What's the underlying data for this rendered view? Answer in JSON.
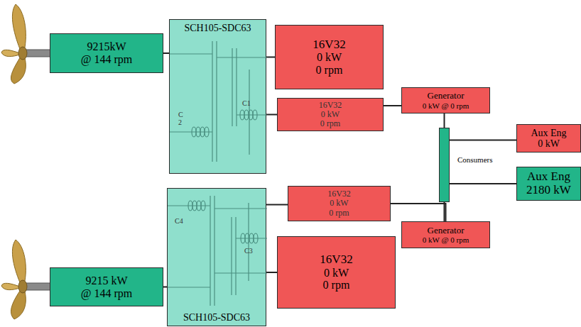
{
  "diagram": {
    "nodes": [
      {
        "text": [
          "9215kW",
          "@ 144 rpm"
        ]
      },
      {
        "text": [
          "SCH105-SDC63"
        ]
      },
      {
        "text": [
          "16V32",
          "0 kW",
          "0 rpm"
        ]
      },
      {
        "text": [
          "16V32",
          "0 kW",
          "0 rpm"
        ]
      },
      {
        "text": [
          "Generator",
          "0 kW @ 0 rpm"
        ]
      },
      {
        "text": [
          "Consumers"
        ]
      },
      {
        "text": [
          "Aux Eng",
          "0 kW"
        ]
      },
      {
        "text": [
          "Aux Eng",
          "2180 kW"
        ]
      },
      {
        "text": [
          "16V32",
          "0 kW",
          "0 rpm"
        ]
      },
      {
        "text": [
          "Generator",
          "0 kW @ 0 rpm"
        ]
      },
      {
        "text": [
          "SCH105-SDC63"
        ]
      },
      {
        "text": [
          "16V32",
          "0 kW",
          "0 rpm"
        ]
      },
      {
        "text": [
          "9215 kW",
          "@ 144 rpm"
        ]
      }
    ],
    "edges": [
      {
        "from": 0,
        "to": 1,
        "arrow": "none"
      },
      {
        "from": 1,
        "to": 2,
        "arrow": "none"
      },
      {
        "from": 1,
        "to": 3,
        "arrow": "none"
      },
      {
        "from": 3,
        "to": 4,
        "arrow": "none"
      },
      {
        "from": 4,
        "to": 5,
        "arrow": "none"
      },
      {
        "from": 5,
        "to": 6,
        "arrow": "none"
      },
      {
        "from": 5,
        "to": 7,
        "arrow": "none"
      },
      {
        "from": 10,
        "to": 8,
        "arrow": "none"
      },
      {
        "from": 10,
        "to": 11,
        "arrow": "none"
      },
      {
        "from": 8,
        "to": 9,
        "arrow": "none"
      },
      {
        "from": 9,
        "to": 5,
        "arrow": "none"
      },
      {
        "from": 12,
        "to": 10,
        "arrow": "none"
      }
    ],
    "labels": [
      "C1",
      "C 2",
      "C4",
      "C3"
    ]
  }
}
